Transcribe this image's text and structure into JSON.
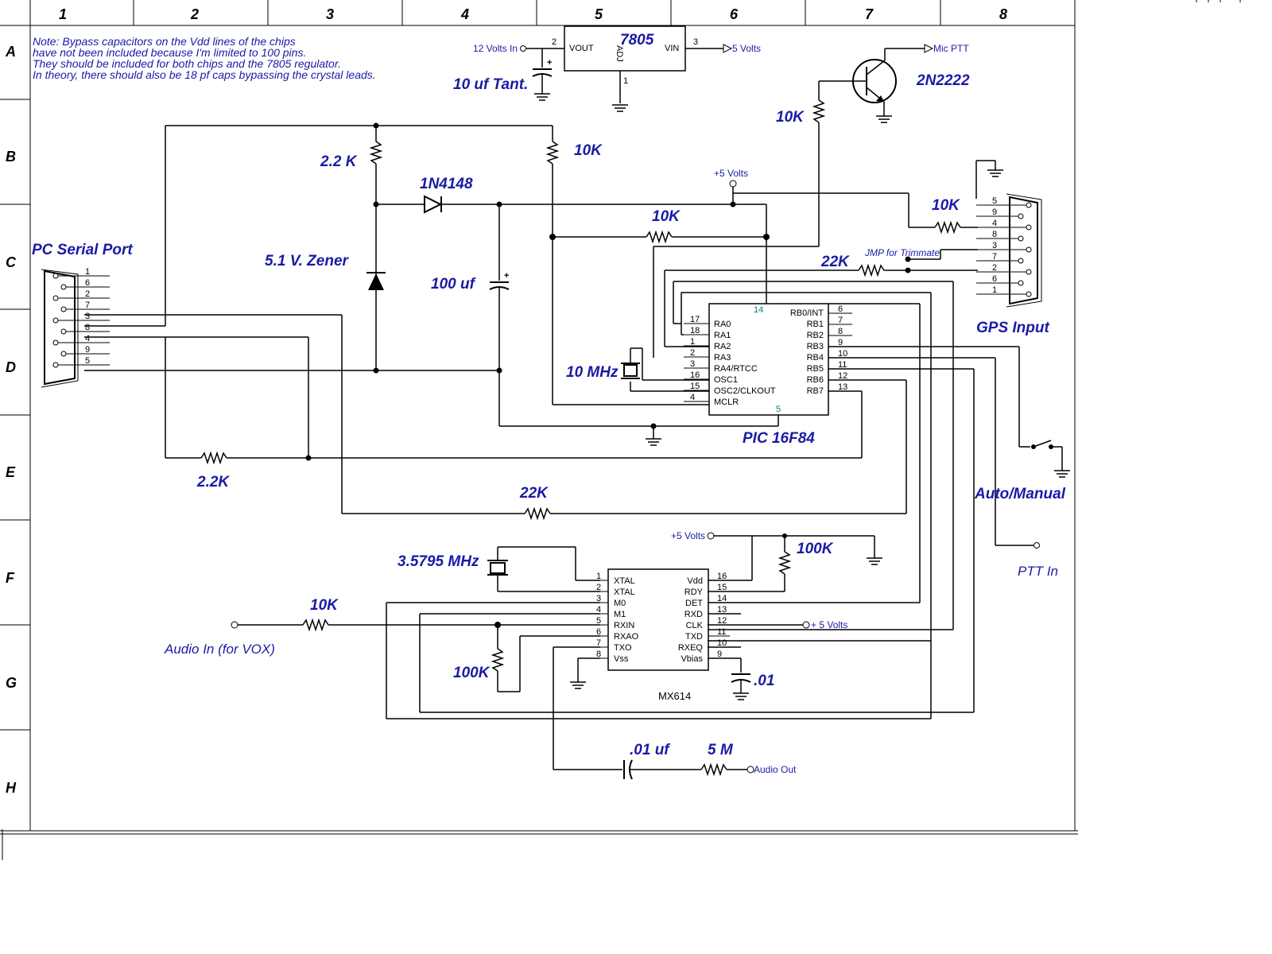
{
  "grid": {
    "columns": [
      "1",
      "2",
      "3",
      "4",
      "5",
      "6",
      "7",
      "8"
    ],
    "rows": [
      "A",
      "B",
      "C",
      "D",
      "E",
      "F",
      "G",
      "H"
    ]
  },
  "note": [
    "Note: Bypass capacitors on the Vdd lines of the chips",
    "have not been included because I'm limited to 100 pins.",
    "They should be included for both chips and the 7805 regulator.",
    "In theory, there should also be 18 pf caps bypassing the crystal leads."
  ],
  "labels": {
    "regulator": "7805",
    "reg_vout": "VOUT",
    "reg_vin": "VIN",
    "reg_adj": "ADJ",
    "reg_pin2": "2",
    "reg_pin3": "3",
    "reg_pin1": "1",
    "in_12v": "12 Volts In",
    "out_5v": "5 Volts",
    "cap_tant": "10 uf Tant.",
    "transistor": "2N2222",
    "mic_ptt": "Mic PTT",
    "r_10k_base": "10K",
    "pc_serial": "PC Serial Port",
    "r_2k2_top": "2.2 K",
    "r_10k_top": "10K",
    "diode": "1N4148",
    "zener": "5.1 V. Zener",
    "cap_100uf": "100 uf",
    "plus5_a": "+5 Volts",
    "r_10k_mid": "10K",
    "r_10k_gps": "10K",
    "r_22k_gps": "22K",
    "jmp": "JMP for Trimmate",
    "gps_input": "GPS Input",
    "xtal_10": "10 MHz",
    "pic_name": "PIC 16F84",
    "pic_pin14": "14",
    "pic_pin5": "5",
    "r_2k2_bot": "2.2K",
    "r_22k_bot": "22K",
    "auto_manual": "Auto/Manual",
    "xtal_35": "3.5795 MHz",
    "plus5_b": "+5 Volts",
    "r_100k_top": "100K",
    "ptt_in": "PTT In",
    "r_10k_audio": "10K",
    "audio_in": "Audio In (for VOX)",
    "r_100k_bot": "100K",
    "plus5_c": "+ 5 Volts",
    "cap_01": ".01",
    "mx_name": "MX614",
    "cap_01uf": ".01 uf",
    "r_5m": "5 M",
    "audio_out": "Audio Out"
  },
  "pic_left": [
    {
      "pin": "17",
      "name": "RA0"
    },
    {
      "pin": "18",
      "name": "RA1"
    },
    {
      "pin": "1",
      "name": "RA2"
    },
    {
      "pin": "2",
      "name": "RA3"
    },
    {
      "pin": "3",
      "name": "RA4/RTCC"
    },
    {
      "pin": "16",
      "name": "OSC1"
    },
    {
      "pin": "15",
      "name": "OSC2/CLKOUT"
    },
    {
      "pin": "4",
      "name": "MCLR"
    }
  ],
  "pic_right": [
    {
      "pin": "6",
      "name": "RB0/INT"
    },
    {
      "pin": "7",
      "name": "RB1"
    },
    {
      "pin": "8",
      "name": "RB2"
    },
    {
      "pin": "9",
      "name": "RB3"
    },
    {
      "pin": "10",
      "name": "RB4"
    },
    {
      "pin": "11",
      "name": "RB5"
    },
    {
      "pin": "12",
      "name": "RB6"
    },
    {
      "pin": "13",
      "name": "RB7"
    }
  ],
  "mx_left": [
    {
      "pin": "1",
      "name": "XTAL"
    },
    {
      "pin": "2",
      "name": "XTAL"
    },
    {
      "pin": "3",
      "name": "M0"
    },
    {
      "pin": "4",
      "name": "M1"
    },
    {
      "pin": "5",
      "name": "RXIN"
    },
    {
      "pin": "6",
      "name": "RXAO"
    },
    {
      "pin": "7",
      "name": "TXO"
    },
    {
      "pin": "8",
      "name": "Vss"
    }
  ],
  "mx_right": [
    {
      "pin": "16",
      "name": "Vdd"
    },
    {
      "pin": "15",
      "name": "RDY"
    },
    {
      "pin": "14",
      "name": "DET"
    },
    {
      "pin": "13",
      "name": "RXD"
    },
    {
      "pin": "12",
      "name": "CLK"
    },
    {
      "pin": "11",
      "name": "TXD"
    },
    {
      "pin": "10",
      "name": "RXEQ"
    },
    {
      "pin": "9",
      "name": "Vbias"
    }
  ],
  "db9_pc_pins": [
    "1",
    "6",
    "2",
    "7",
    "3",
    "8",
    "4",
    "9",
    "5"
  ],
  "db9_gps_pins": [
    "5",
    "9",
    "4",
    "8",
    "3",
    "7",
    "2",
    "6",
    "1"
  ],
  "colors": {
    "ink": "#000000",
    "label": "#1a1aa6",
    "power_pin": "#008080"
  }
}
